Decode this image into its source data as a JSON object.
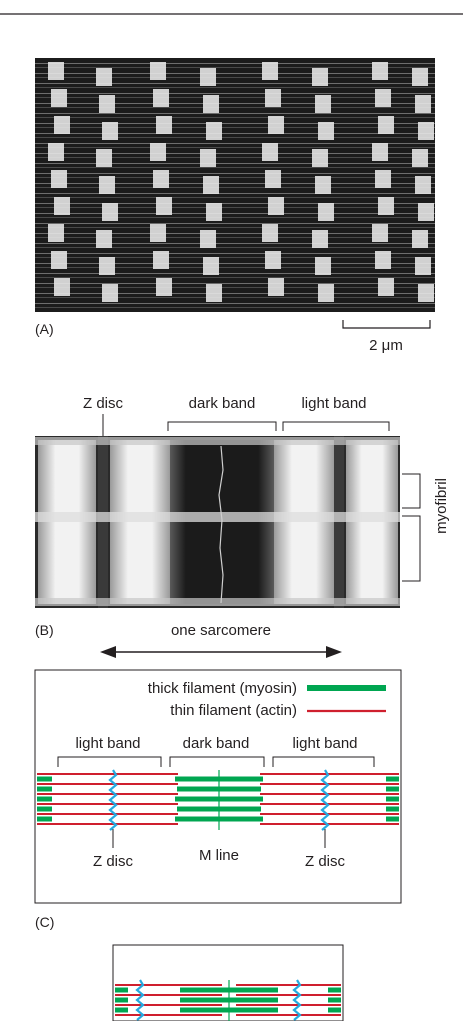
{
  "colors": {
    "thick_filament": "#00a651",
    "thin_filament": "#cf1f2e",
    "z_disc": "#26a9e0",
    "ink": "#231f20"
  },
  "panelA": {
    "label": "(A)",
    "scale_bar": "2 μm"
  },
  "panelB": {
    "label": "(B)",
    "z_disc": "Z disc",
    "dark_band": "dark band",
    "light_band": "light band",
    "myofibril": "myofibril",
    "sarcomere": "one sarcomere"
  },
  "panelC": {
    "label": "(C)",
    "legend": {
      "thick": "thick filament (myosin)",
      "thin": "thin filament (actin)"
    },
    "light_band_left": "light band",
    "dark_band": "dark band",
    "light_band_right": "light band",
    "z_disc_left": "Z disc",
    "m_line": "M line",
    "z_disc_right": "Z disc"
  }
}
